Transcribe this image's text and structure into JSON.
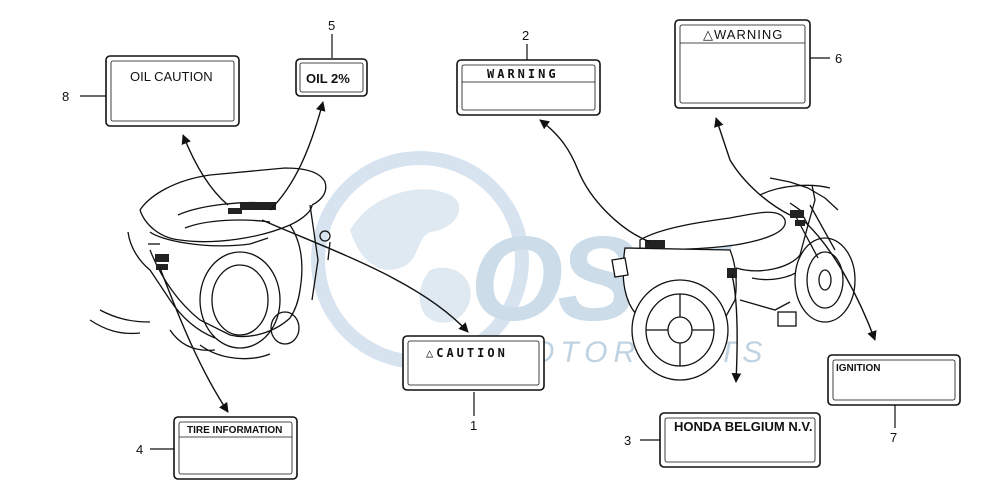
{
  "watermark": {
    "brand": "",
    "tagline": "MOTORPARTS",
    "color": "#b9cfe0"
  },
  "labels": [
    {
      "number": "1",
      "text": "△CAUTION"
    },
    {
      "number": "2",
      "text": "WARNING"
    },
    {
      "number": "3",
      "text": "HONDA BELGIUM N.V."
    },
    {
      "number": "4",
      "text": "TIRE INFORMATION"
    },
    {
      "number": "5",
      "text": "OIL 2%"
    },
    {
      "number": "6",
      "text": "△WARNING"
    },
    {
      "number": "7",
      "text": "IGNITION"
    },
    {
      "number": "8",
      "text": "OIL CAUTION"
    }
  ]
}
